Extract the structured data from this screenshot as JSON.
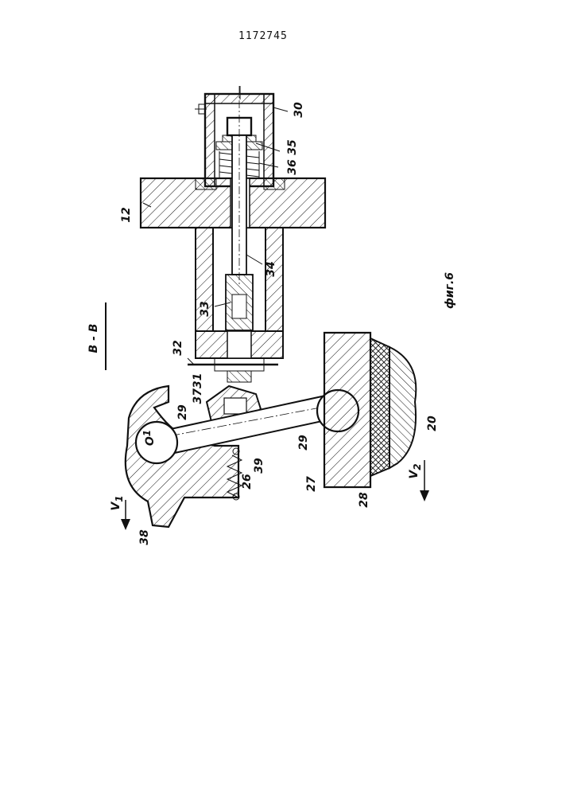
{
  "document": {
    "patent_number": "1172745",
    "section_label": "В - В",
    "figure_caption": "фиг.6"
  },
  "labels": {
    "l30": "30",
    "l35": "35",
    "l36": "36",
    "l12": "12",
    "l34": "34",
    "l33": "33",
    "l32": "32",
    "l3731": "3731",
    "l29a": "29",
    "l29b": "29",
    "l01": "O",
    "l01sub": "1",
    "l39": "39",
    "l26": "26",
    "l27": "27",
    "l28": "28",
    "l20": "20",
    "l38": "38",
    "v1": "V",
    "v1sub": "1",
    "v2": "V",
    "v2sub": "2"
  }
}
